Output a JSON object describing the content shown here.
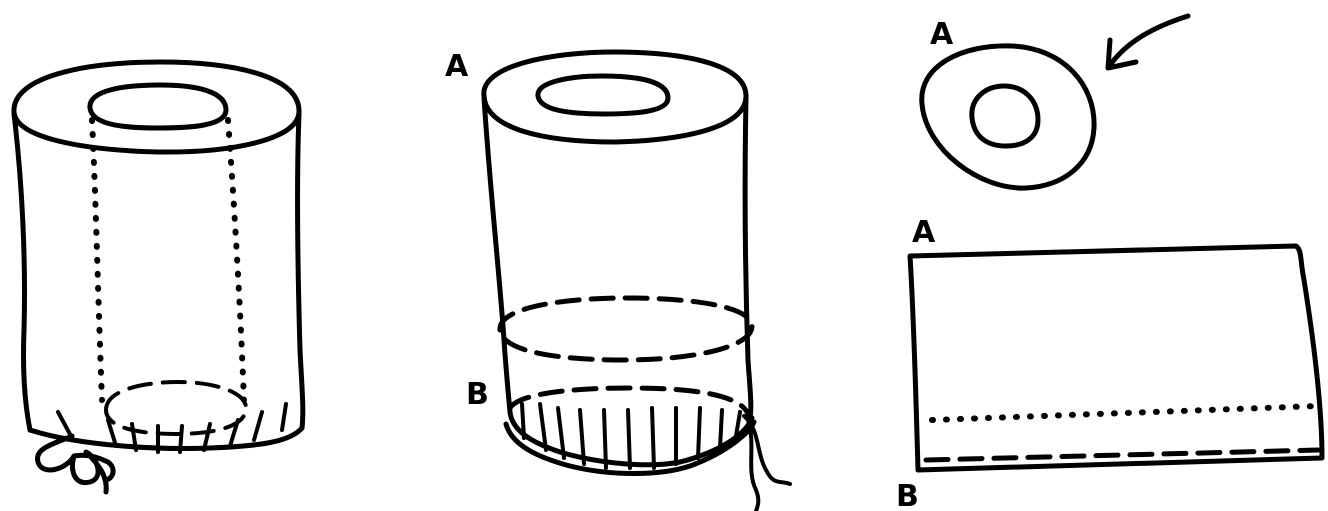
{
  "diagram": {
    "ink_color": "#000000",
    "background_color": "#ffffff",
    "labels": {
      "middle_top": "A",
      "middle_bottom": "B",
      "ring_top": "A",
      "sheet_top": "A",
      "sheet_bottom": "B"
    }
  }
}
